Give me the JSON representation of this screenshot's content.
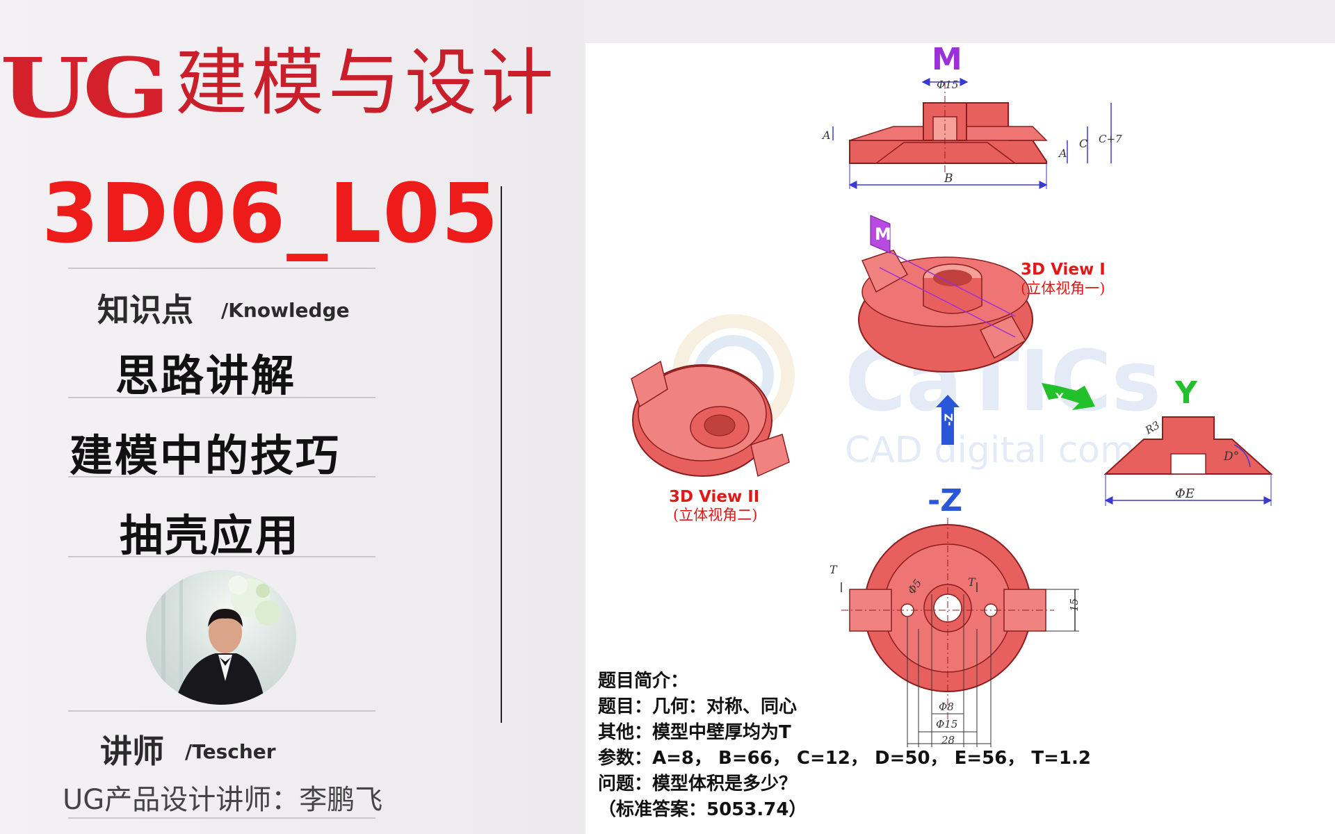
{
  "header": {
    "brand": "UG",
    "title": "建模与设计",
    "lesson_code": "3D06_L05"
  },
  "knowledge": {
    "label": "知识点",
    "label_en": "/Knowledge",
    "items": [
      "思路讲解",
      "建模中的技巧",
      "抽壳应用"
    ]
  },
  "teacher": {
    "label": "讲师",
    "label_en": "/Tescher",
    "name": "UG产品设计讲师：李鹏飞"
  },
  "drawing": {
    "view_m": "M",
    "view_y": "Y",
    "view_negz": "-Z",
    "view3d_1_title": "3D View I",
    "view3d_1_sub": "(立体视角一)",
    "view3d_2_title": "3D View II",
    "view3d_2_sub": "(立体视角二)",
    "dims": {
      "phi15_top": "Φ15",
      "a_left": "A",
      "a_right": "A",
      "c": "C",
      "c7": "C+7",
      "b": "B",
      "r3": "R3",
      "d_deg": "D°",
      "phi_e": "ΦE",
      "t_left": "T",
      "t_mid": "T",
      "phi5": "Φ5",
      "fifteen": "15",
      "phi8": "Φ8",
      "phi15_bot": "Φ15",
      "twentyeight": "28"
    },
    "arrow_y": "Y",
    "arrow_negz": "-Z",
    "watermark_logo": "CaTICs",
    "watermark_sub": "CAD digital compe"
  },
  "intro": {
    "lines": [
      "题目简介：",
      "题目：几何：对称、同心",
      "其他：模型中壁厚均为T",
      "参数：A=8， B=66， C=12， D=50， E=56， T=1.2",
      "问题：模型体积是多少？",
      "（标准答案：5053.74）"
    ]
  },
  "colors": {
    "brand_red": "#d4202a",
    "code_red": "#ee1b1b",
    "part_fill": "#e8605e",
    "dim_blue": "#3a3ad0",
    "m_purple": "#9b2fd8",
    "y_green": "#22c02a",
    "negz_blue": "#2a56d8"
  }
}
